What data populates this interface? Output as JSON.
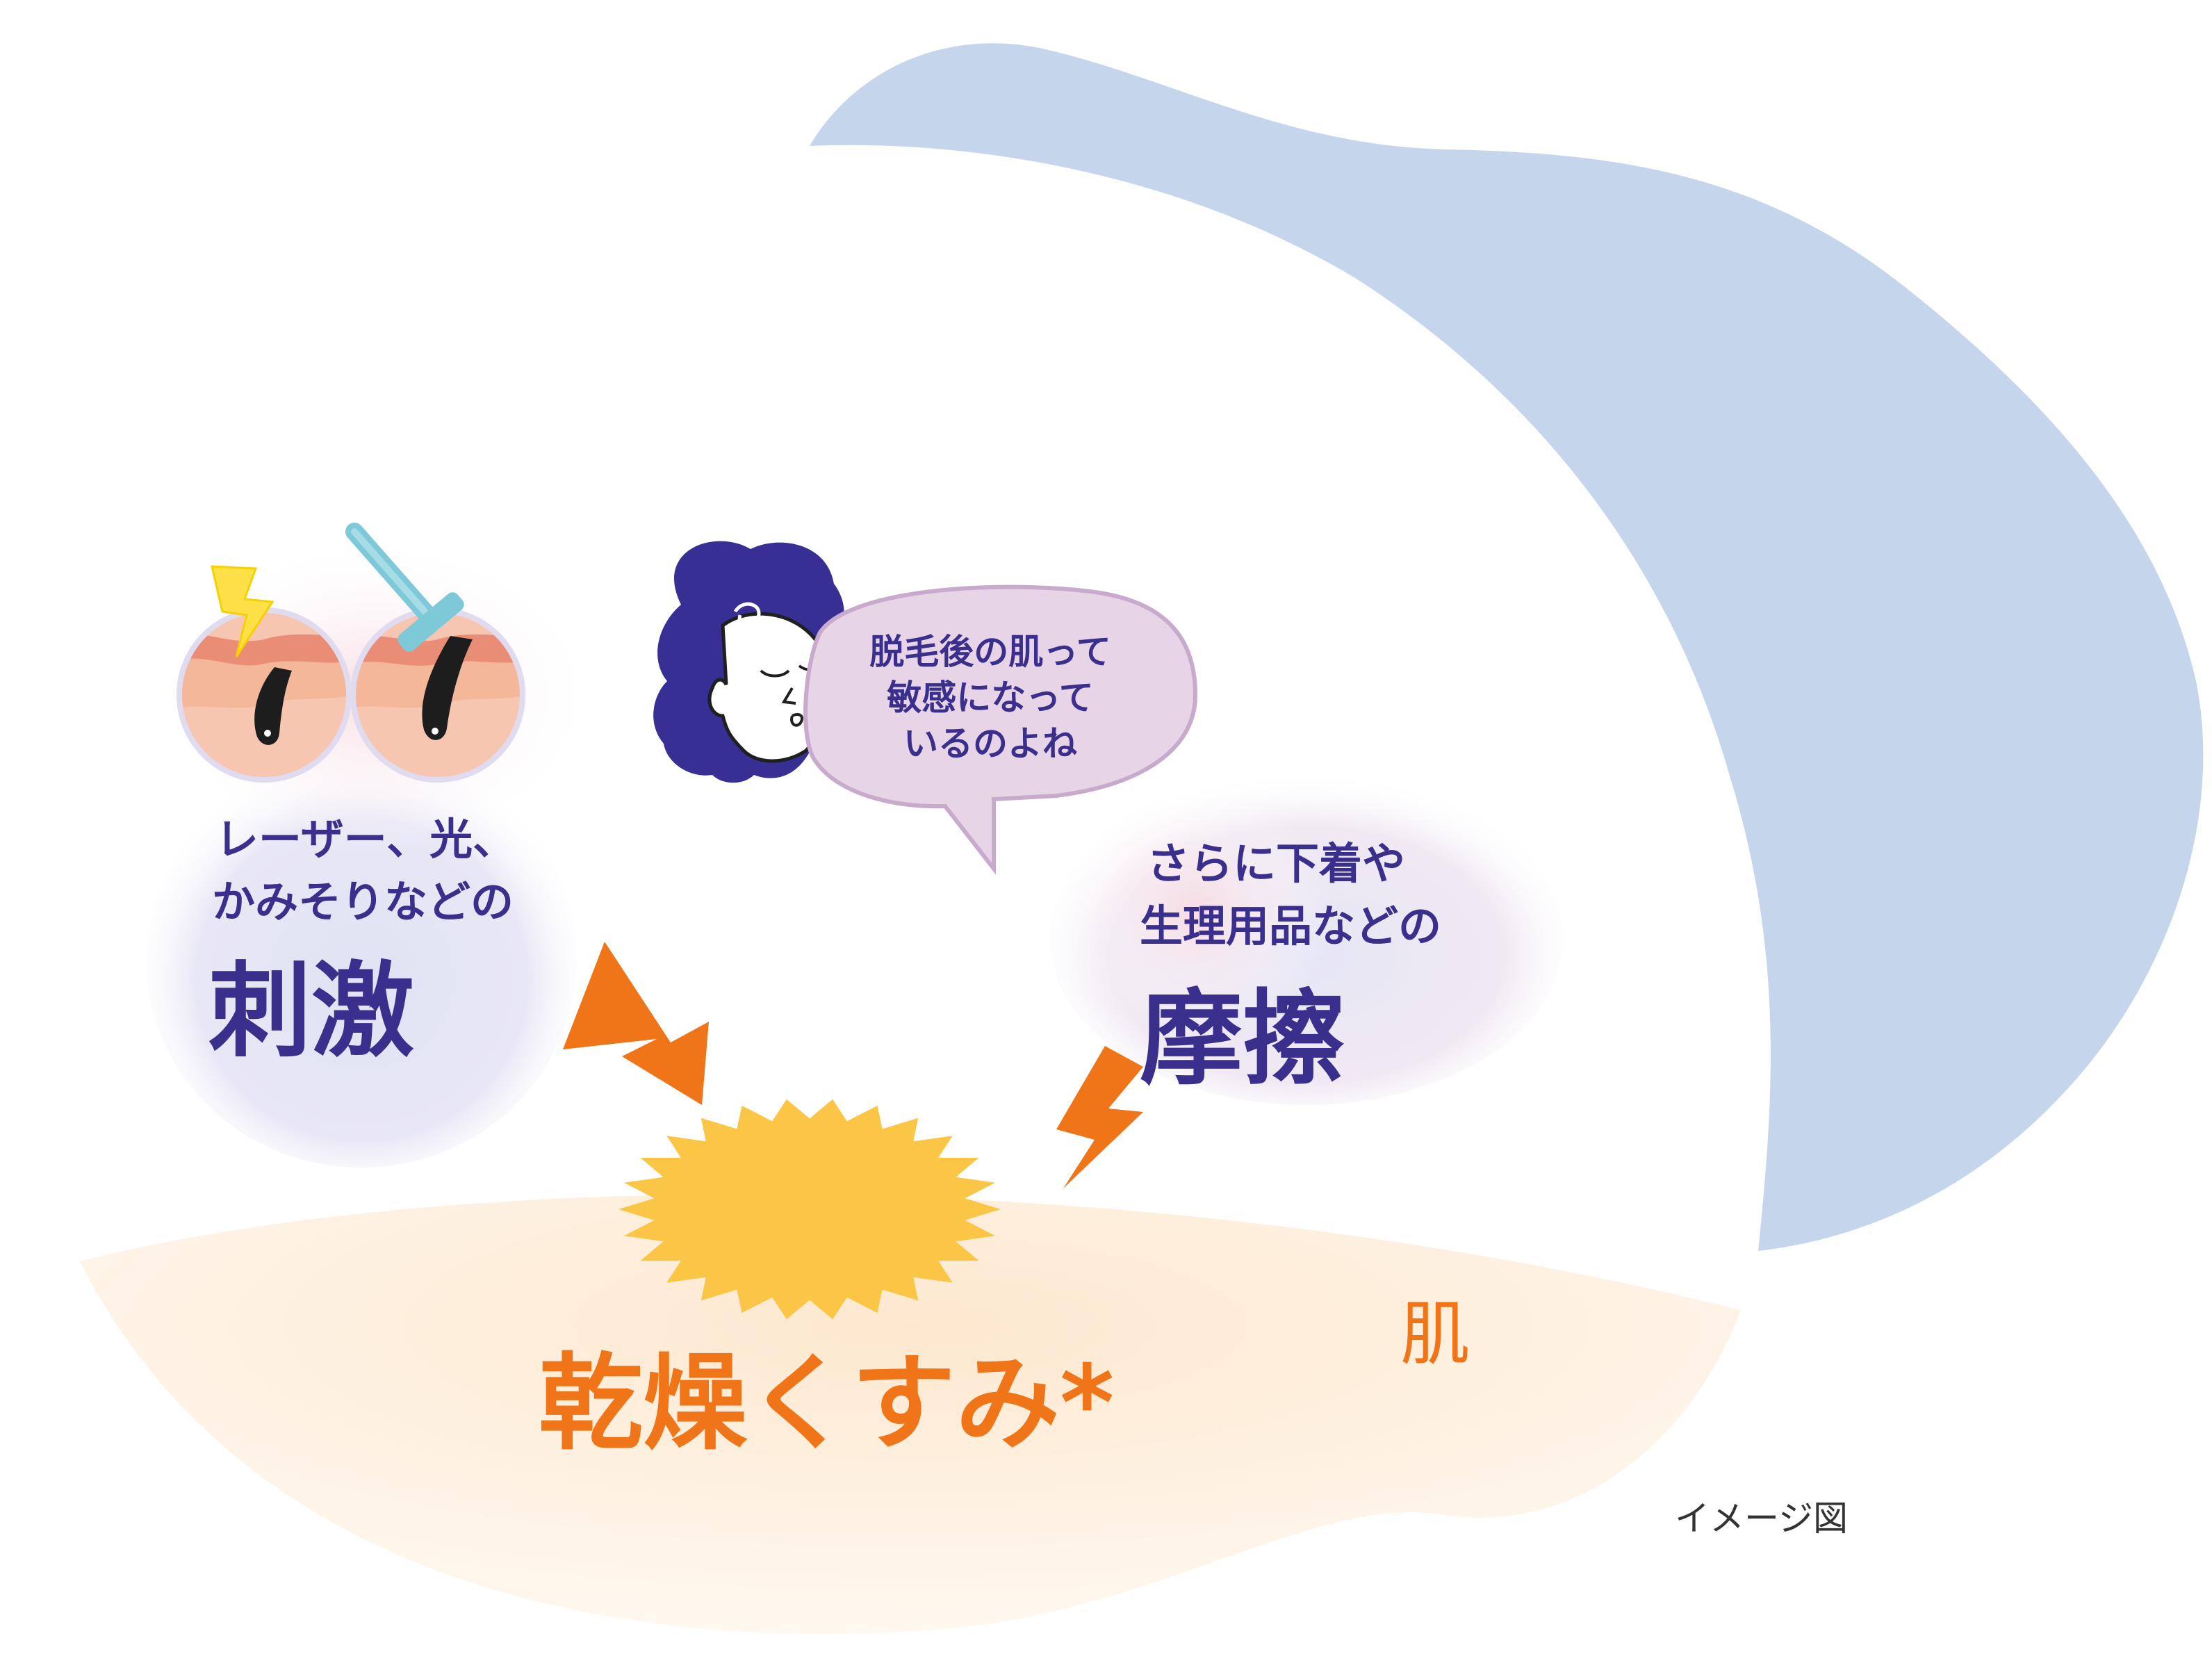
{
  "stimulus": {
    "line1": "レーザー、光、",
    "line2": "かみそりなどの",
    "keyword": "刺激"
  },
  "friction": {
    "line1": "さらに下着や",
    "line2": "生理用品などの",
    "keyword": "摩擦"
  },
  "speech_bubble": {
    "line1": "脱毛後の肌って",
    "line2": "敏感になって",
    "line3": "いるのよね"
  },
  "result": {
    "label": "乾燥くすみ*"
  },
  "skin": {
    "label": "肌"
  },
  "caption": {
    "label": "イメージ図"
  },
  "colors": {
    "purple_text": "#3a2f8c",
    "orange_accent": "#f07418",
    "blue_blob": "#c5d5ec",
    "skin_band": "#fdf0df",
    "burst_yellow": "#fbc546",
    "bubble_fill": "#e7d4e6",
    "hair_purple": "#372f93"
  },
  "icons": [
    "lightning-icon",
    "razor-icon",
    "hair-follicle-icon",
    "woman-face-icon",
    "burst-icon"
  ]
}
